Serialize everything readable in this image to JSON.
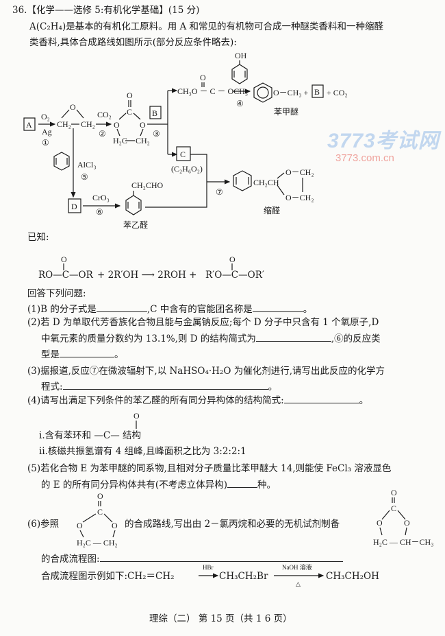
{
  "question": {
    "title": "36.【化学——选修 5:有机化学基础】(15 分)",
    "intro_1": "A(C₂H₄)是基本的有机化工原料。用 A 和常见的有机物可合成一种醚类香料和一种缩醛",
    "intro_2": "类香料,具体合成路线如图所示(部分反应条件略去):"
  },
  "diagram": {
    "A": "A",
    "B": "B",
    "B2": "B",
    "C": "C",
    "D": "D",
    "o2": "O₂",
    "ag": "Ag",
    "n1": "①",
    "epox_o": "O",
    "ch2a": "CH₂",
    "ch2b": "CH₂",
    "co2": "CO₂",
    "n2": "②",
    "carb_o_top": "O",
    "carb_c": "C",
    "carb_ol": "O",
    "carb_or": "O",
    "carb_h2c": "H₂C",
    "carb_ch2": "CH₂",
    "n3": "③",
    "dmc": "CH₃O － C － OCH₃",
    "dmc_o": "O",
    "oh": "OH",
    "n4": "④",
    "anisole_rest": "O－CH₃ +",
    "plus_co2": "+ CO₂",
    "anisole_name": "苯甲醚",
    "c_formula": "(C₂H₆O₂)",
    "alcl3": "AlCl₃",
    "n5": "⑤",
    "cro3": "CrO₃",
    "n6": "⑥",
    "ch2cho": "CH₂CHO",
    "paa_name": "苯乙醛",
    "n7": "⑦",
    "acetal_chain": "CH₂CH",
    "acetal_o1": "O－CH₂",
    "acetal_o2": "O－CH₂",
    "acetal_name": "缩醛"
  },
  "known": {
    "label": "已知:",
    "eq_o1": "O",
    "eq_left": "RO—C—OR",
    "eq_mid": "+ 2R′OH ⟶ 2ROH +",
    "eq_o2": "O",
    "eq_right": "R′O—C—OR′"
  },
  "answer_intro": "回答下列问题:",
  "q1": {
    "a": "(1)B 的分子式是",
    "b": ",C 中含有的官能团名称是",
    "c": "。"
  },
  "q2": {
    "a": "(2)若 D 为单取代芳香族化合物且能与金属钠反应;每个 D 分子中只含有 1 个氧原子,D",
    "b": "中氧元素的质量分数约为 13.1%,则 D 的结构简式为",
    "c": ",⑥的反应类",
    "d": "型是",
    "e": "。"
  },
  "q3": {
    "a": "(3)据报道,反应⑦在微波辐射下,以 NaHSO₄·H₂O 为催化剂进行,请写出此反应的化学方",
    "b": "程式:",
    "c": "。"
  },
  "q4": {
    "a": "(4)请写出满足下列条件的苯乙醛的所有同分异构体的结构简式:",
    "b": "。",
    "o": "O",
    "i": "ⅰ.含有苯环和 —C— 结构",
    "ii": "ⅱ.核磁共振氢谱有 4 组峰,且峰面积之比为 3:2:2:1"
  },
  "q5": {
    "a": "(5)若化合物 E 为苯甲醚的同系物,且相对分子质量比苯甲醚大 14,则能使 FeCl₃ 溶液显色",
    "b": "的 E 的所有同分异构体共有(不考虑立体异构)",
    "c": "种。"
  },
  "q6": {
    "a": "(6)参照",
    "b": "的合成路线,写出由 2－氯丙烷和必要的无机试剂制备",
    "s1": {
      "o": "O",
      "c": "C",
      "ol": "O",
      "or": "O",
      "bottom": "H₂C — CH₂"
    },
    "s2": {
      "o": "O",
      "c": "C",
      "ol": "O",
      "or": "O",
      "bottom": "H₂C — CH－CH₃"
    },
    "c": "的合成流程图:",
    "example_label": "合成流程图示例如下:CH₂＝CH₂",
    "hbr": "HBr",
    "mid": "CH₃CH₂Br",
    "naoh": "NaOH 溶液",
    "delta": "△",
    "end": "CH₃CH₂OH"
  },
  "watermark": {
    "text": "3773考试网",
    "url": "3773.com.cn"
  },
  "footer": "理综（二）  第 15 页（共 1 6 页）"
}
